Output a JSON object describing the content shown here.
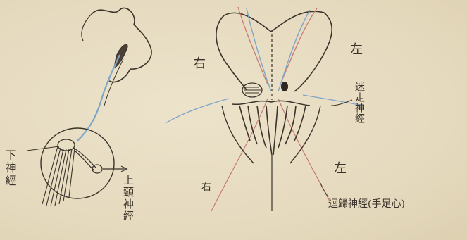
{
  "labels": {
    "left_upper": "下神經",
    "left_lower": "上頸神經",
    "right_top_side": "左",
    "right_right_upper": "迷走神經",
    "right_right_mid": "左",
    "right_bottom": "迴歸神經(手足心)",
    "right_left_top": "右",
    "right_left_bottom": "右"
  },
  "colors": {
    "ink": "#3b342a",
    "red_line": "#c77a76",
    "blue_line": "#7fa6c8",
    "paper": "#e7dcc1"
  }
}
